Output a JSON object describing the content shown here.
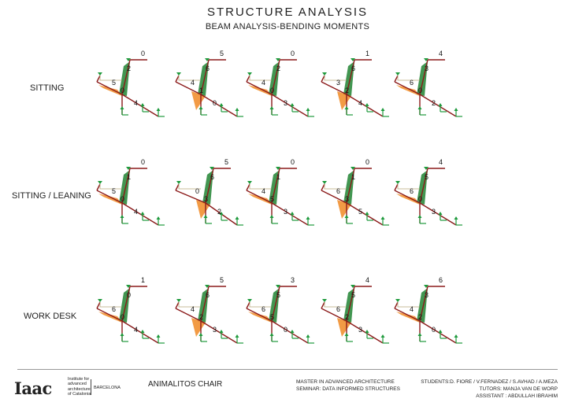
{
  "header": {
    "title": "STRUCTURE ANALYSIS",
    "subtitle": "BEAM ANALYSIS-BENDING MOMENTS"
  },
  "rows": [
    {
      "label": "SITTING",
      "diagrams": [
        {
          "labels": [
            "0",
            "2",
            "5",
            "0",
            "4"
          ]
        },
        {
          "labels": [
            "5",
            "6",
            "4",
            "1",
            "0"
          ]
        },
        {
          "labels": [
            "0",
            "2",
            "4",
            "0",
            "3"
          ]
        },
        {
          "labels": [
            "1",
            "6",
            "3",
            "2",
            "4"
          ]
        },
        {
          "labels": [
            "4",
            "3",
            "6",
            "0",
            "2"
          ]
        }
      ]
    },
    {
      "label": "SITTING / LEANING",
      "diagrams": [
        {
          "labels": [
            "0",
            "1",
            "5",
            "0",
            "4"
          ]
        },
        {
          "labels": [
            "5",
            "6",
            "0",
            "3",
            "2"
          ]
        },
        {
          "labels": [
            "0",
            "1",
            "4",
            "5",
            "3"
          ]
        },
        {
          "labels": [
            "0",
            "1",
            "6",
            "3",
            "5"
          ]
        },
        {
          "labels": [
            "4",
            "5",
            "6",
            "0",
            "3"
          ]
        }
      ]
    },
    {
      "label": "WORK DESK",
      "diagrams": [
        {
          "labels": [
            "1",
            "0",
            "6",
            "0",
            "4"
          ]
        },
        {
          "labels": [
            "5",
            "6",
            "4",
            "2",
            "3"
          ]
        },
        {
          "labels": [
            "3",
            "5",
            "6",
            "5",
            "0"
          ]
        },
        {
          "labels": [
            "4",
            "5",
            "6",
            "2",
            "3"
          ]
        },
        {
          "labels": [
            "6",
            "3",
            "4",
            "2",
            "0"
          ]
        }
      ]
    }
  ],
  "footer": {
    "logo": "Iaac",
    "institute_lines": [
      "Institute for",
      "advanced",
      "architecture",
      "of Catalonia"
    ],
    "city": "BARCELONA",
    "project": "ANIMALITOS CHAIR",
    "program_lines": [
      "MASTER IN ADVANCED ARCHITECTURE",
      "SEMINAR: DATA INFORMED STRUCTURES"
    ],
    "credits_lines": [
      "STUDENTS:D. FIORE / V.FERNADEZ / S.AVHAD / A.MEZA",
      "TUTORS: MANJA VAN DE WORP",
      "ASSISTANT : ABDULLAH IBRAHIM"
    ]
  },
  "colors": {
    "beam": "#8b1a1a",
    "moment_green": "#2e8b3e",
    "moment_orange": "#f08a24",
    "support": "#1e9a3c"
  }
}
